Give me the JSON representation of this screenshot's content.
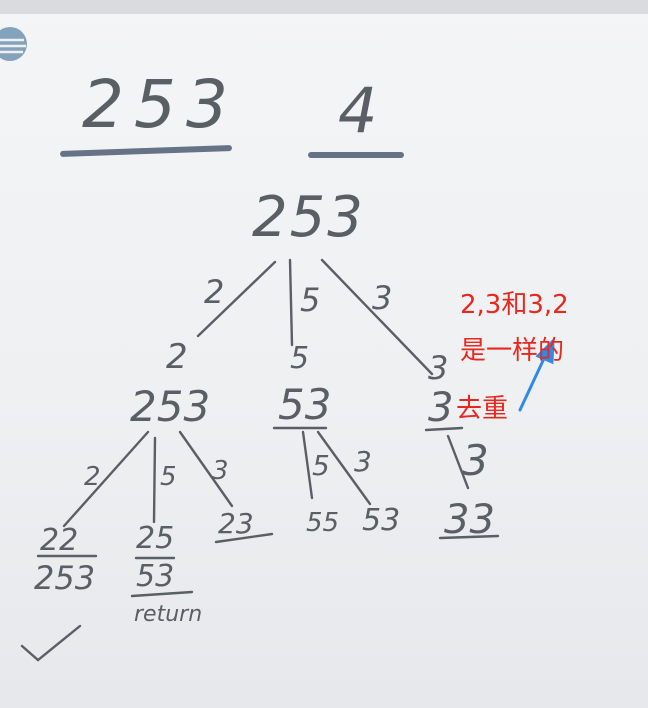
{
  "header": {
    "digits": "253",
    "k": "4"
  },
  "tree": {
    "root": "253",
    "level1_edges": [
      "2",
      "5",
      "3"
    ],
    "level1_nodes": [
      "2",
      "5",
      "3"
    ],
    "level2_nodes": [
      "253",
      "53",
      "3"
    ],
    "branch_a_edges": [
      "2",
      "5",
      "3"
    ],
    "branch_b_edges": [
      "5",
      "3"
    ],
    "branch_c_edge": "3",
    "leaves": [
      "22",
      "25",
      "23",
      "55",
      "53",
      "33"
    ],
    "leaf_under_22": "253",
    "leaf_under_25": "53",
    "return_text": "return"
  },
  "annotation": {
    "line1": "2,3和3,2",
    "line2": "是一样的",
    "line3": "去重",
    "color": "#e8281e",
    "arrow_color": "#2f8be6"
  },
  "colors": {
    "ink": "#5a5f66",
    "underline": "#4e5b72"
  }
}
